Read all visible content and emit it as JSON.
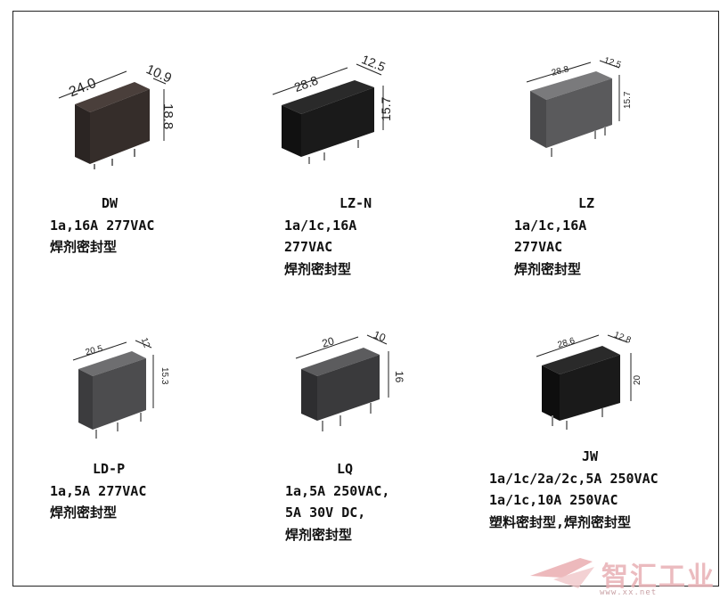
{
  "products": [
    {
      "model": "DW",
      "lines": [
        "1a,16A 277VAC",
        "焊剂密封型"
      ],
      "dims": [
        "24.0",
        "10.9",
        "18.8"
      ]
    },
    {
      "model": "LZ-N",
      "lines": [
        "1a/1c,16A",
        "277VAC",
        "焊剂密封型"
      ],
      "dims": [
        "28.8",
        "12.5",
        "15.7"
      ]
    },
    {
      "model": "LZ",
      "lines": [
        "1a/1c,16A",
        "277VAC",
        "焊剂密封型"
      ],
      "dims": [
        "28.8",
        "12.5",
        "15.7"
      ]
    },
    {
      "model": "LD-P",
      "lines": [
        "1a,5A 277VAC",
        "焊剂密封型"
      ],
      "dims": [
        "20.5",
        "12",
        "15.3"
      ]
    },
    {
      "model": "LQ",
      "lines": [
        "1a,5A 250VAC,",
        "5A 30V DC,",
        "焊剂密封型"
      ],
      "dims": [
        "20",
        "10",
        "16"
      ]
    },
    {
      "model": "JW",
      "lines": [
        "1a/1c/2a/2c,5A 250VAC",
        "1a/1c,10A 250VAC",
        "塑料密封型,焊剂密封型"
      ],
      "dims": [
        "28.6",
        "12.8",
        "20"
      ]
    }
  ],
  "watermark": {
    "text": "智汇工业",
    "url": "www.xx.net"
  },
  "colors": {
    "relay_dark": "#2b2523",
    "relay_black": "#161616",
    "relay_gray": "#5a5a5c",
    "watermark": "#e8b0b4"
  }
}
